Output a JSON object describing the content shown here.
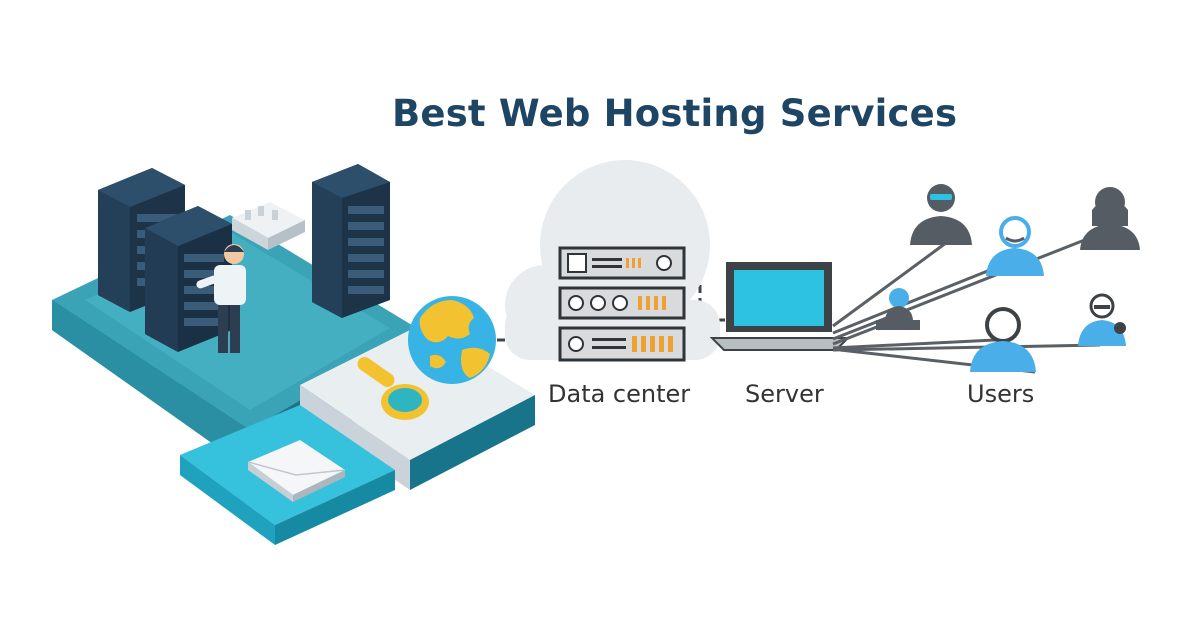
{
  "title": "Best Web Hosting Services",
  "labels": {
    "data_center": "Data center",
    "server": "Server",
    "users": "Users"
  },
  "icons": [
    "server-rack-icon",
    "technician-icon",
    "globe-icon",
    "magnifier-icon",
    "envelope-icon",
    "data-center-icon",
    "laptop-icon",
    "user-icon"
  ],
  "colors": {
    "title": "#1f4565",
    "platform_dark": "#2a8fa3",
    "platform_top": "#3aa3b6",
    "rack": "#1c3348",
    "cyan": "#2ec2e2",
    "globe_ocean": "#37b3e6",
    "globe_land": "#f2c230",
    "user_blue": "#4aaee8",
    "user_grey": "#555c63",
    "line": "#5a6066"
  }
}
